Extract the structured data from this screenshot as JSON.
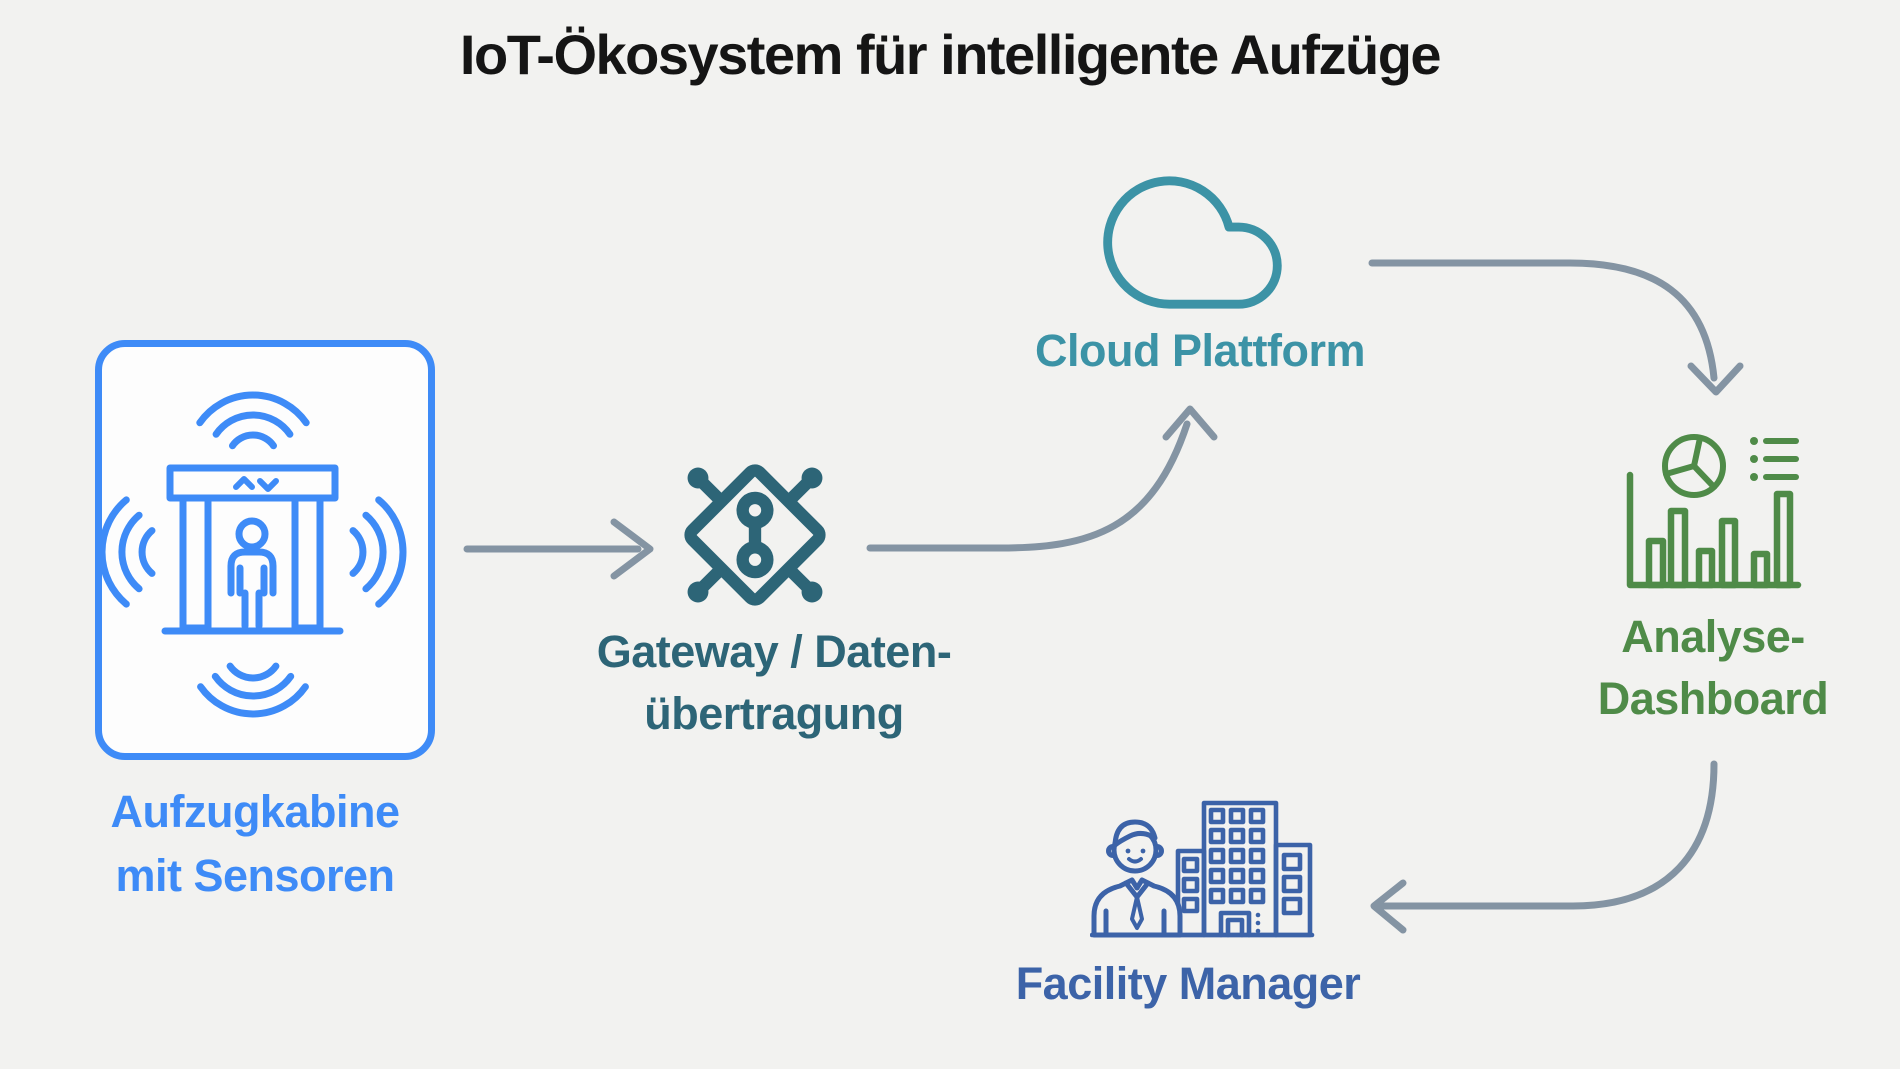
{
  "title": "IoT-Ökosystem für intelligente Aufzüge",
  "background_color": "#f2f2f0",
  "card_background": "#fdfdfd",
  "title_color": "#151515",
  "nodes": {
    "elevator": {
      "label": [
        "Aufzugkabine",
        "mit Sensoren"
      ],
      "color": "#3e8bf7",
      "icon": "elevator-cabin-with-sensors-icon"
    },
    "gateway": {
      "label": [
        "Gateway / Daten-",
        "übertragung"
      ],
      "color": "#2d6577",
      "icon": "chip-gateway-icon"
    },
    "cloud": {
      "label": [
        "Cloud Plattform"
      ],
      "color": "#3c93a6",
      "icon": "cloud-icon"
    },
    "dashboard": {
      "label": [
        "Analyse-",
        "Dashboard"
      ],
      "color": "#4f8b48",
      "icon": "analytics-dashboard-icon"
    },
    "facility": {
      "label": [
        "Facility Manager"
      ],
      "color": "#3c63a8",
      "icon": "facility-manager-icon"
    }
  },
  "arrows": {
    "color": "#8494a3",
    "connections": [
      {
        "from": "elevator",
        "to": "gateway"
      },
      {
        "from": "gateway",
        "to": "cloud"
      },
      {
        "from": "cloud",
        "to": "dashboard"
      },
      {
        "from": "dashboard",
        "to": "facility"
      }
    ]
  }
}
